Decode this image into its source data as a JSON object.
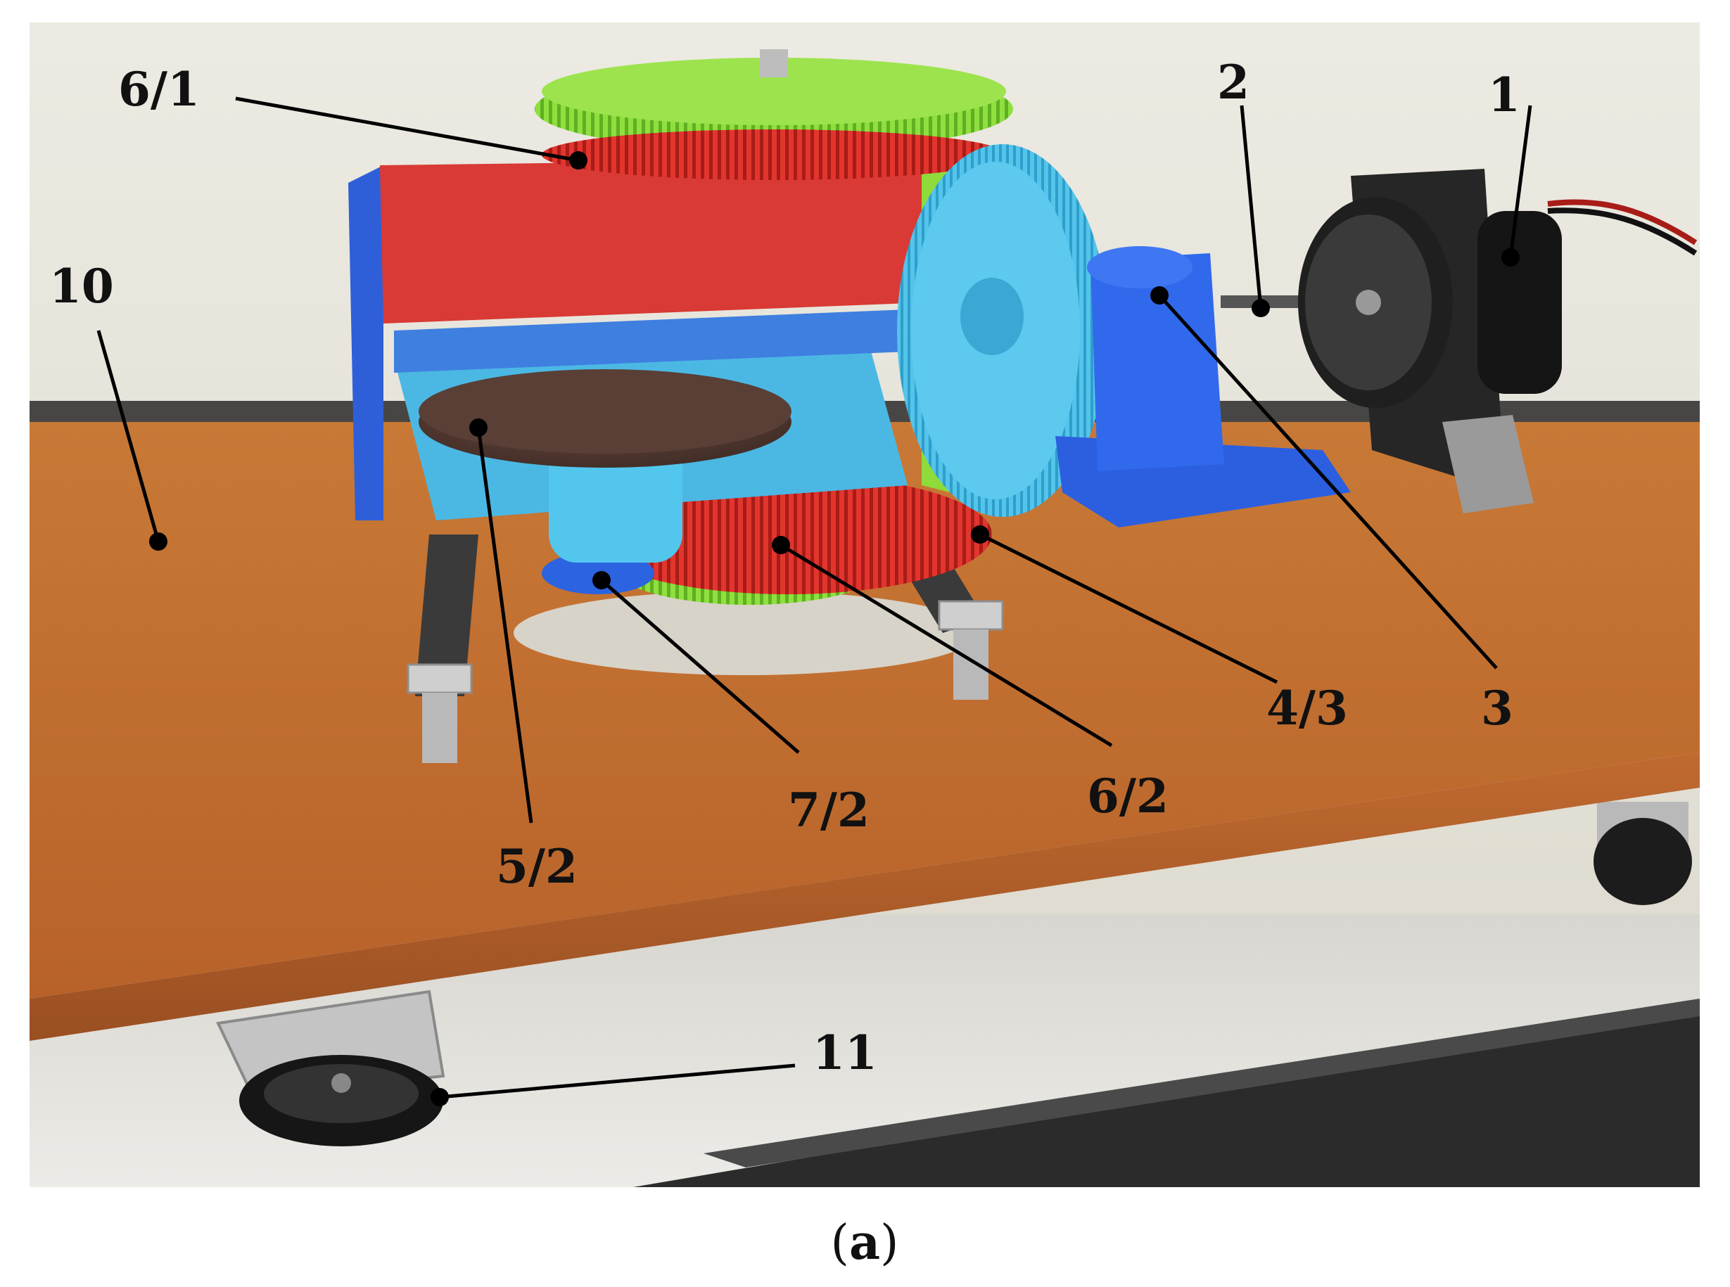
{
  "figure": {
    "caption": {
      "open": "(",
      "letter": "a",
      "close": ")"
    },
    "callouts": {
      "c_6_1": "6/1",
      "c_2": "2",
      "c_1": "1",
      "c_10": "10",
      "c_4_3": "4/3",
      "c_3": "3",
      "c_7_2": "7/2",
      "c_6_2": "6/2",
      "c_5_2": "5/2",
      "c_11": "11"
    }
  },
  "colors": {
    "wall": "#e9e6dc",
    "board": "#c8742f",
    "frame_red": "#d93a35",
    "frame_blue": "#2f5fd8",
    "frame_green": "#8edb3a",
    "gear_cyan": "#55c4ea",
    "gear_green": "#8fe03f",
    "gear_red": "#e2352e",
    "motor_black": "#202020"
  }
}
